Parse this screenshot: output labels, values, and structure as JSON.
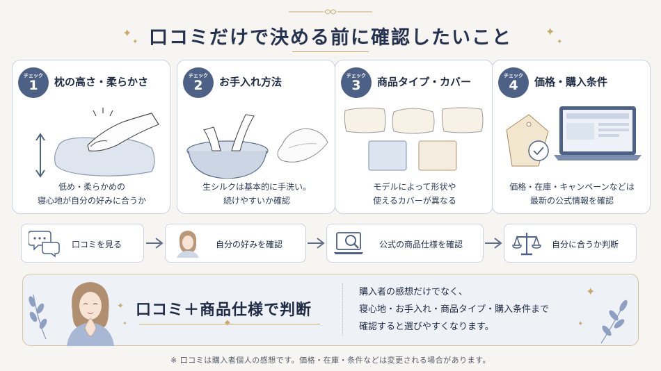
{
  "title": "口コミだけで決める前に確認したいこと",
  "badge_label": "チェック",
  "cards": [
    {
      "num": "1",
      "title": "枕の高さ・柔らかさ",
      "desc_line1": "低め・柔らかめの",
      "desc_line2": "寝心地が自分の好みに合うか"
    },
    {
      "num": "2",
      "title": "お手入れ方法",
      "desc_line1": "生シルクは基本的に手洗い。",
      "desc_line2": "続けやすいか確認"
    },
    {
      "num": "3",
      "title": "商品タイプ・カバー",
      "desc_line1": "モデルによって形状や",
      "desc_line2": "使えるカバーが異なる"
    },
    {
      "num": "4",
      "title": "価格・購入条件",
      "desc_line1": "価格・在庫・キャンペーンなどは",
      "desc_line2": "最新の公式情報を確認"
    }
  ],
  "steps": [
    {
      "label": "口コミを見る"
    },
    {
      "label": "自分の好みを確認"
    },
    {
      "label": "公式の商品仕様を確認"
    },
    {
      "label": "自分に合うか判断"
    }
  ],
  "banner": {
    "main": "口コミ＋商品仕様で判断",
    "line1": "購入者の感想だけでなく、",
    "line2": "寝心地・お手入れ・商品タイプ・購入条件まで",
    "line3": "確認すると選びやすくなります。"
  },
  "footnote": "※ 口コミは購入者個人の感想です。価格・在庫・条件などは変更される場合があります。",
  "colors": {
    "navy": "#4d6186",
    "gold": "#c9a96a",
    "border": "#c9d2e0"
  }
}
